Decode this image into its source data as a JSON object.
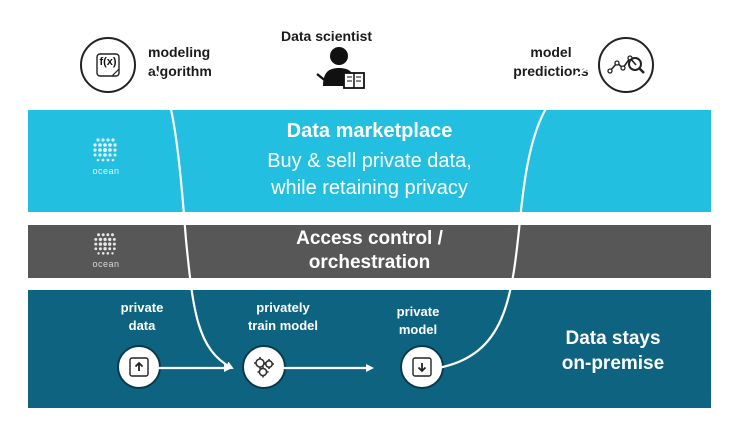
{
  "top": {
    "data_scientist": "Data scientist",
    "modeling_algorithm_line1": "modeling",
    "modeling_algorithm_line2": "algorithm",
    "fx_text": "f(x)",
    "model_predictions_line1": "model",
    "model_predictions_line2": "predictions"
  },
  "marketplace": {
    "title": "Data marketplace",
    "subtitle_line1": "Buy & sell private data,",
    "subtitle_line2": "while retaining privacy",
    "logo_text": "ocean"
  },
  "access": {
    "title_line1": "Access control /",
    "title_line2": "orchestration",
    "logo_text": "ocean"
  },
  "premise": {
    "private_data_line1": "private",
    "private_data_line2": "data",
    "train_line1": "privately",
    "train_line2": "train model",
    "private_model_line1": "private",
    "private_model_line2": "model",
    "stays_line1": "Data stays",
    "stays_line2": "on-premise"
  },
  "colors": {
    "marketplace_band": "#22bfe0",
    "access_band": "#575757",
    "premise_band": "#0e6480"
  },
  "icons": [
    "fx-icon",
    "person-reading-icon",
    "prediction-chart-icon",
    "ocean-logo-icon",
    "database-upload-icon",
    "gears-icon",
    "database-download-icon"
  ]
}
